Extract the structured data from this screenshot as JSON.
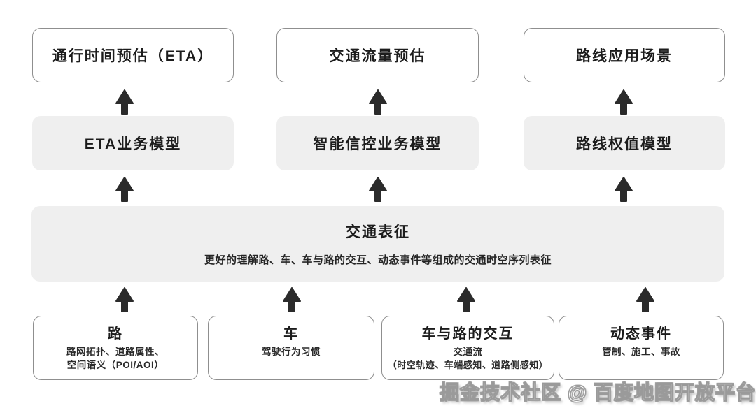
{
  "diagram": {
    "top_row": [
      {
        "label": "通行时间预估（ETA）"
      },
      {
        "label": "交通流量预估"
      },
      {
        "label": "路线应用场景"
      }
    ],
    "model_row": [
      {
        "label": "ETA业务模型"
      },
      {
        "label": "智能信控业务模型"
      },
      {
        "label": "路线权值模型"
      }
    ],
    "representation": {
      "title": "交通表征",
      "subtitle": "更好的理解路、车、车与路的交互、动态事件等组成的交通时空序列表征"
    },
    "input_row": [
      {
        "title": "路",
        "line1": "路网拓扑、道路属性、",
        "line2": "空间语义（POI/AOI）"
      },
      {
        "title": "车",
        "line1": "驾驶行为习惯",
        "line2": ""
      },
      {
        "title": "车与路的交互",
        "line1": "交通流",
        "line2": "（时空轨迹、车端感知、道路侧感知）"
      },
      {
        "title": "动态事件",
        "line1": "管制、施工、事故",
        "line2": ""
      }
    ],
    "watermark": "掘金技术社区 @ 百度地图开放平台",
    "colors": {
      "arrow": "#2b2b2b",
      "box_border": "#8f8f8f",
      "gray_fill": "#efefef",
      "text": "#1f1f1f"
    }
  }
}
